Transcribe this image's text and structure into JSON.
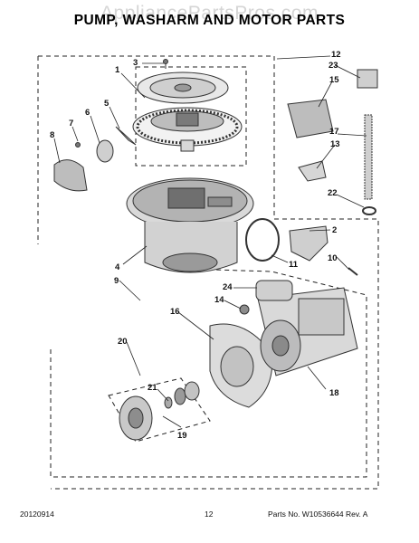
{
  "watermark": "AppliancePartsPros.com",
  "title": "PUMP, WASHARM AND MOTOR PARTS",
  "callouts": [
    "1",
    "2",
    "3",
    "4",
    "5",
    "6",
    "7",
    "8",
    "9",
    "10",
    "11",
    "12",
    "13",
    "14",
    "15",
    "16",
    "17",
    "18",
    "19",
    "20",
    "21",
    "22",
    "23",
    "24"
  ],
  "footer": {
    "date": "20120914",
    "page": "12",
    "part_no": "Parts No.  W10536644  Rev.  A"
  }
}
